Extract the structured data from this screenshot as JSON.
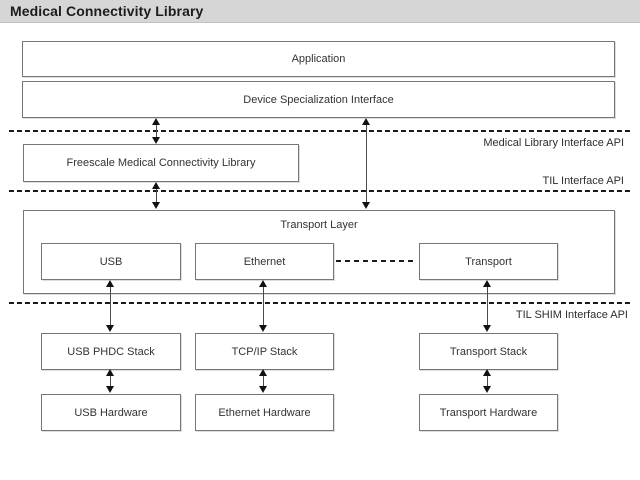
{
  "title": "Medical Connectivity Library",
  "colors": {
    "titlebar_bg": "#d6d6d6",
    "box_border": "#767676",
    "dashed_line": "#1b1b1b",
    "text": "#333333"
  },
  "diagram": {
    "boxes": {
      "application": "Application",
      "device_specialization_interface": "Device Specialization Interface",
      "freescale_medical_connectivity_library": "Freescale Medical Connectivity Library",
      "transport_layer": "Transport Layer",
      "usb": "USB",
      "ethernet": "Ethernet",
      "transport": "Transport",
      "usb_phdc_stack": "USB PHDC Stack",
      "tcpip_stack": "TCP/IP Stack",
      "transport_stack": "Transport Stack",
      "usb_hardware": "USB Hardware",
      "ethernet_hardware": "Ethernet Hardware",
      "transport_hardware": "Transport Hardware"
    },
    "api_labels": {
      "medical_library": "Medical Library Interface API",
      "til": "TIL Interface API",
      "til_shim": "TIL SHIM Interface API"
    }
  }
}
